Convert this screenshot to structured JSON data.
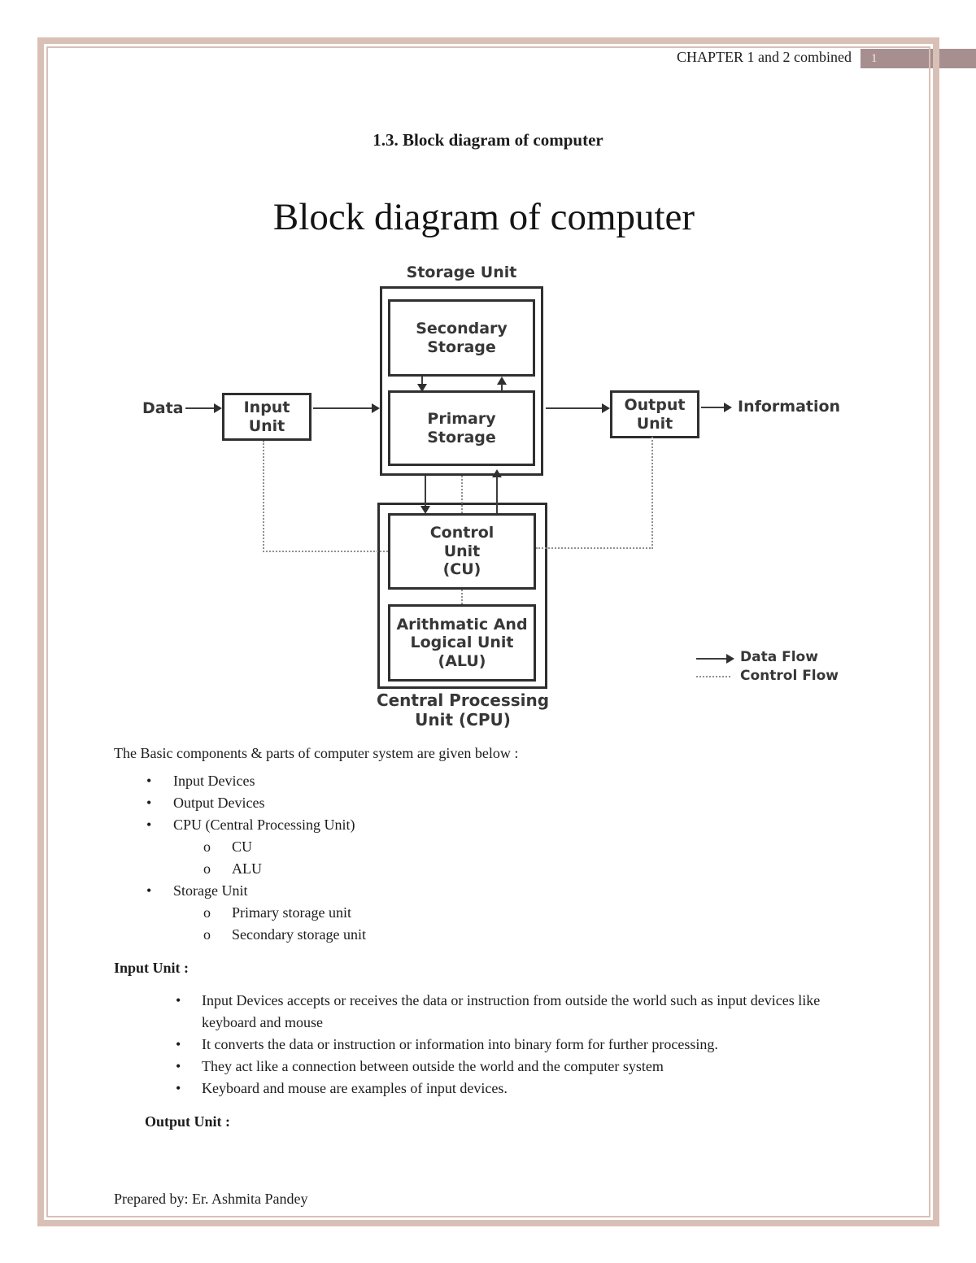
{
  "header": {
    "chapter_title": "CHAPTER 1 and 2 combined",
    "page_number": "1"
  },
  "section": {
    "heading": "1.3. Block diagram of computer"
  },
  "diagram": {
    "title": "Block diagram of computer",
    "labels": {
      "storage_unit": "Storage Unit",
      "secondary_storage": "Secondary\nStorage",
      "primary_storage": "Primary\nStorage",
      "input_unit": "Input\nUnit",
      "output_unit": "Output\nUnit",
      "data": "Data",
      "information": "Information",
      "control_unit": "Control\nUnit\n(CU)",
      "alu": "Arithmatic And\nLogical Unit\n(ALU)",
      "cpu": "Central Processing\nUnit (CPU)"
    },
    "legend": {
      "data_flow": "Data Flow",
      "control_flow": "Control Flow"
    }
  },
  "icons": {
    "bullet": "•",
    "sub_bullet": "o"
  },
  "body": {
    "intro": "The Basic components & parts of computer system are given below :",
    "components": [
      "Input Devices",
      "Output Devices",
      "CPU (Central Processing Unit)",
      "CU",
      "ALU",
      "Storage Unit",
      "Primary storage unit",
      "Secondary storage unit"
    ],
    "input_unit": {
      "heading": "Input Unit :",
      "bullets": [
        "Input Devices accepts or receives the data or instruction from outside the world such as input devices like keyboard and mouse",
        "It converts the data or instruction or information into binary form for further processing.",
        "They act like a connection between outside the world and the computer system",
        "Keyboard and mouse are examples of input devices."
      ]
    },
    "output_unit": {
      "heading": "Output Unit :"
    }
  },
  "footer": {
    "prepared_by": "Prepared by: Er. Ashmita Pandey"
  },
  "colors": {
    "frame": "#d9c0b6",
    "page_tab": "#a78f8f",
    "diagram_line": "#2f2f2f",
    "control_flow_dotted": "#8f8f8f"
  }
}
